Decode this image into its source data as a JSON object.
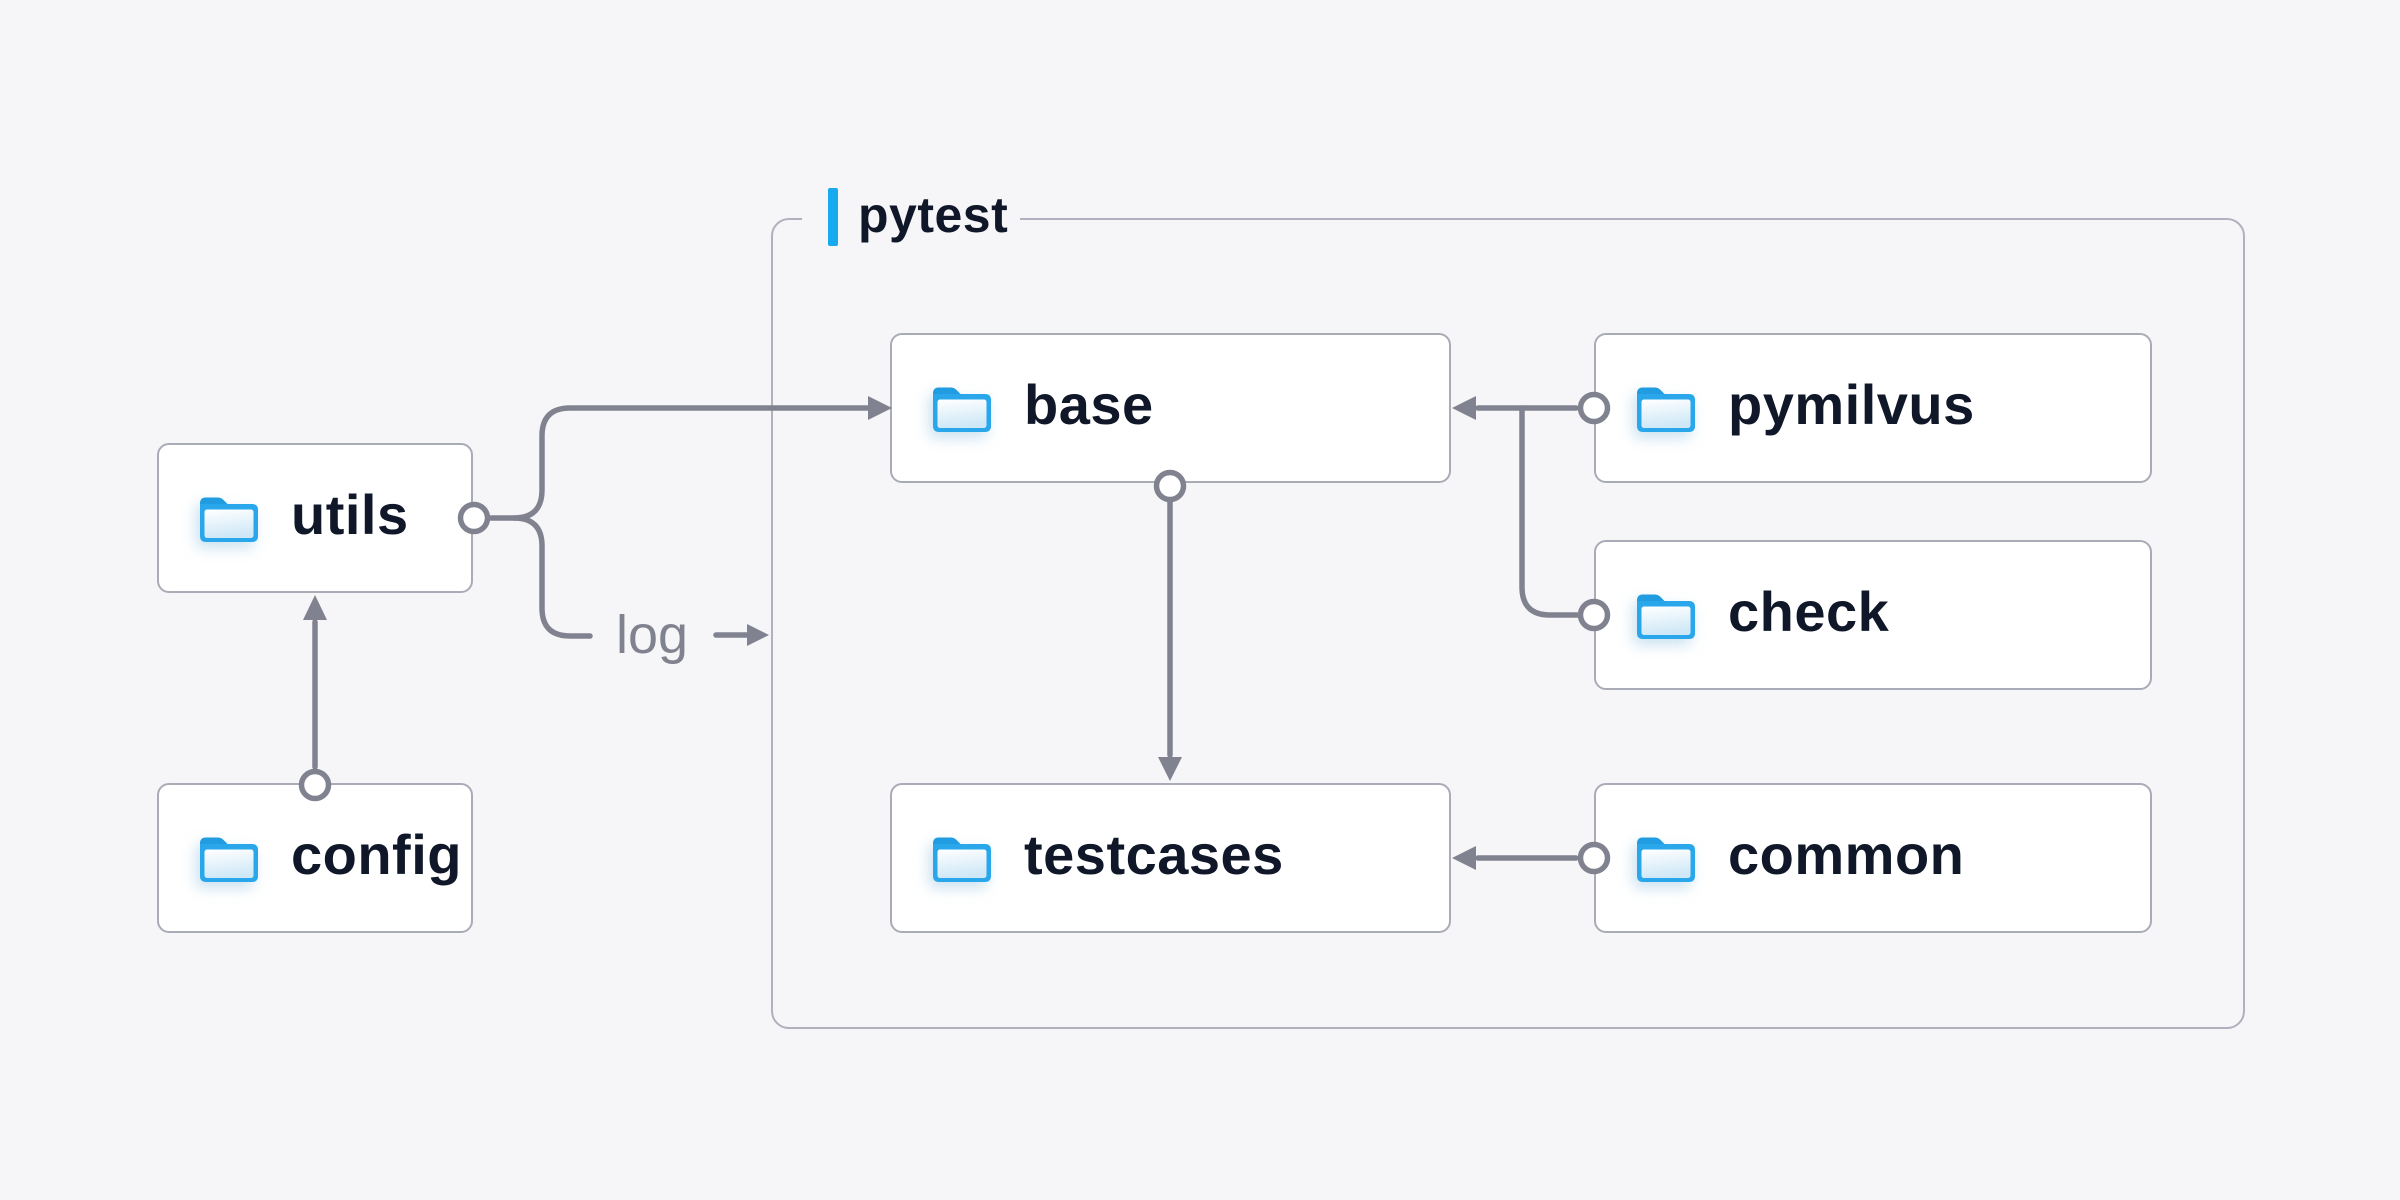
{
  "diagram": {
    "group": {
      "label": "pytest"
    },
    "nodes": {
      "utils": {
        "label": "utils",
        "icon": "folder-icon"
      },
      "config": {
        "label": "config",
        "icon": "folder-icon"
      },
      "base": {
        "label": "base",
        "icon": "folder-icon"
      },
      "pymilvus": {
        "label": "pymilvus",
        "icon": "folder-icon"
      },
      "check": {
        "label": "check",
        "icon": "folder-icon"
      },
      "testcases": {
        "label": "testcases",
        "icon": "folder-icon"
      },
      "common": {
        "label": "common",
        "icon": "folder-icon"
      }
    },
    "edges": [
      {
        "from": "config",
        "to": "utils",
        "style": "circle-to-arrow"
      },
      {
        "from": "utils",
        "to": "base",
        "style": "circle-to-arrow"
      },
      {
        "from": "utils",
        "to": "pytest",
        "style": "circle-to-arrow",
        "label": "log"
      },
      {
        "from": "base",
        "to": "testcases",
        "style": "circle-to-arrow"
      },
      {
        "from": "pymilvus",
        "to": "base",
        "style": "circle-to-arrow"
      },
      {
        "from": "check",
        "to": "base",
        "style": "circle-to-arrow"
      },
      {
        "from": "common",
        "to": "testcases",
        "style": "circle-to-arrow"
      }
    ],
    "edge_labels": {
      "log": "log"
    },
    "colors": {
      "background": "#f6f6f8",
      "node_fill": "#ffffff",
      "node_border": "#a9abb6",
      "group_border": "#b0b1bd",
      "line": "#81828f",
      "text": "#0f1729",
      "accent": "#18aaef",
      "folder_blue": "#2aa7eb",
      "folder_tab": "#1d95da",
      "folder_fill_light": "#cfe8f7"
    }
  }
}
